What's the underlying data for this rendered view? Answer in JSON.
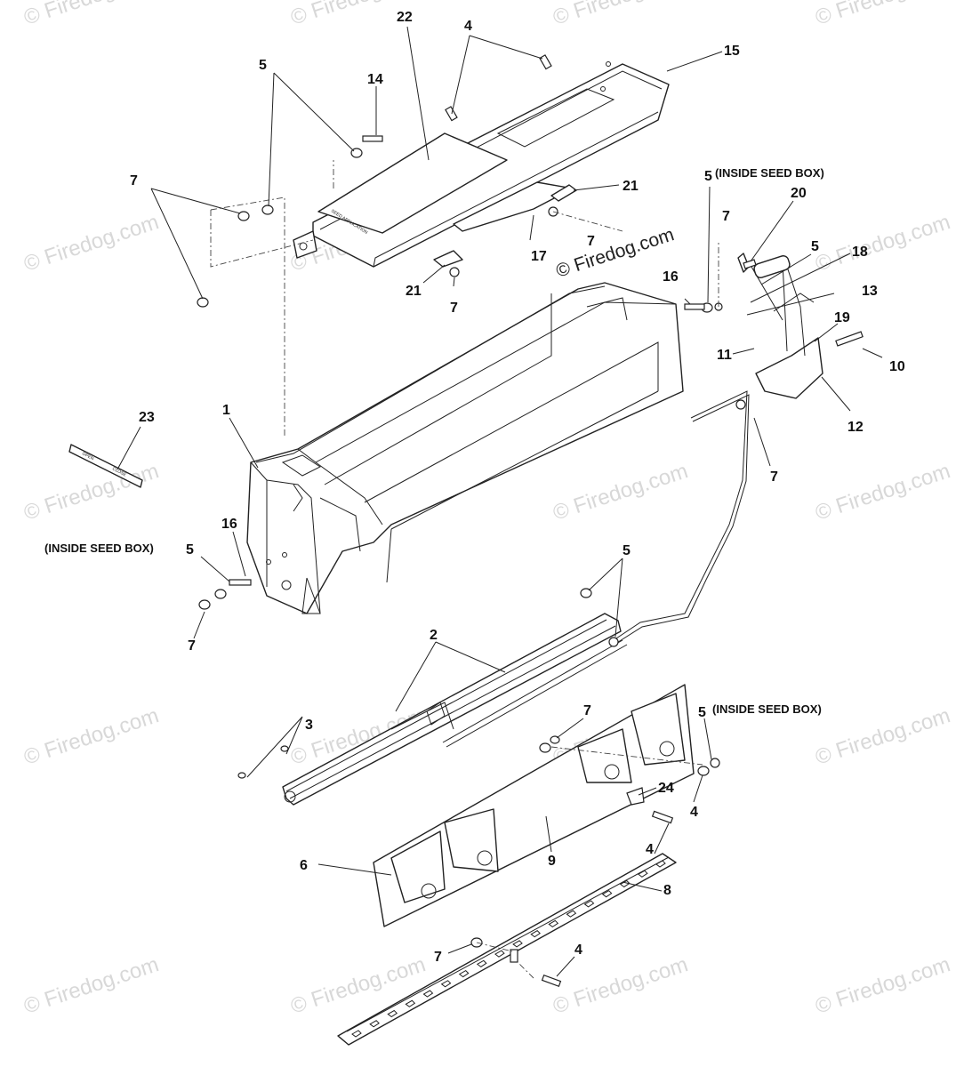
{
  "watermark": {
    "text": "© Firedog.com",
    "prominent_text": "© Firedog.com"
  },
  "notes": {
    "inside_seed_box_right_top": "(INSIDE SEED BOX)",
    "inside_seed_box_left": "(INSIDE SEED BOX)",
    "inside_seed_box_right_bottom": "(INSIDE SEED BOX)"
  },
  "decals": {
    "seed_decal_text": "SEED APPLICATION",
    "open_close_open": "OPEN",
    "open_close_close": "CLOSE"
  },
  "callouts": {
    "c22": "22",
    "c4_top": "4",
    "c15": "15",
    "c5_top": "5",
    "c14": "14",
    "c7_left": "7",
    "c21_right": "21",
    "c7_mid": "7",
    "c17": "17",
    "c21_left": "21",
    "c7_under": "7",
    "c5_right": "5",
    "c20": "20",
    "c7_right_top": "7",
    "c5_r2": "5",
    "c18": "18",
    "c16_right": "16",
    "c13": "13",
    "c19": "19",
    "c11": "11",
    "c10": "10",
    "c12": "12",
    "c7_link": "7",
    "c1": "1",
    "c23": "23",
    "c16_left": "16",
    "c5_left": "5",
    "c7_low_left": "7",
    "c5_rod": "5",
    "c2": "2",
    "c3": "3",
    "c7_bracket": "7",
    "c5_bracket": "5",
    "c24": "24",
    "c4_bracket": "4",
    "c6": "6",
    "c9": "9",
    "c4_strip": "4",
    "c8": "8",
    "c7_strip": "7",
    "c4_bottom": "4"
  }
}
